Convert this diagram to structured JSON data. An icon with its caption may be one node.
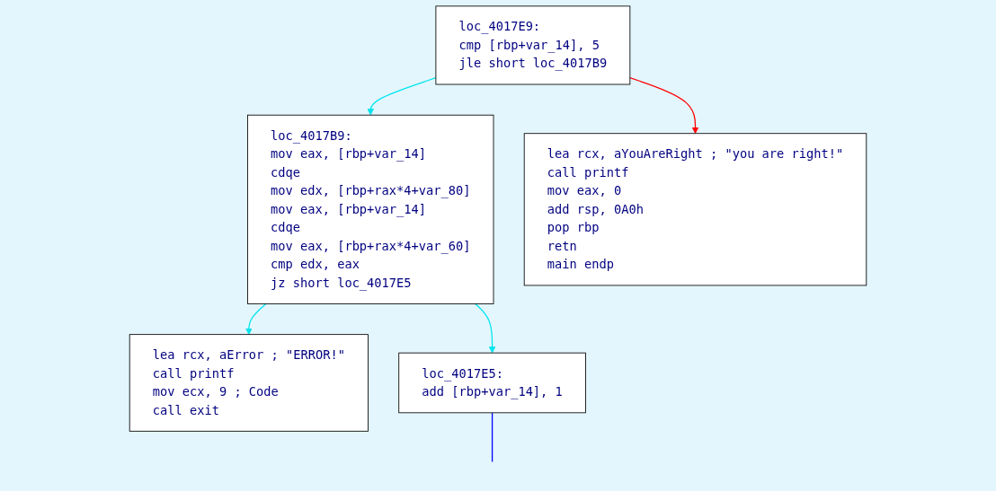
{
  "diagram": {
    "nodes": [
      {
        "text": [
          "loc_4017E9:",
          "cmp [rbp+var_14], 5",
          "jle short loc_4017B9"
        ]
      },
      {
        "text": [
          "loc_4017B9:",
          "mov eax, [rbp+var_14]",
          "cdqe",
          "mov edx, [rbp+rax*4+var_80]",
          "mov eax, [rbp+var_14]",
          "cdqe",
          "mov eax, [rbp+rax*4+var_60]",
          "cmp edx, eax",
          "jz short loc_4017E5"
        ]
      },
      {
        "text": [
          "lea rcx, aYouAreRight ; \"you are right!\"",
          "call printf",
          "mov eax, 0",
          "add rsp, 0A0h",
          "pop rbp",
          "retn",
          "main endp"
        ]
      },
      {
        "text": [
          "lea rcx, aError ; \"ERROR!\"",
          "call printf",
          "mov ecx, 9 ; Code",
          "call exit"
        ]
      },
      {
        "text": [
          "loc_4017E5:",
          "add [rbp+var_14], 1"
        ]
      }
    ],
    "edges": [
      {
        "from": 0,
        "to": 1,
        "arrow": "to",
        "color": "#00e5ee"
      },
      {
        "from": 0,
        "to": 2,
        "arrow": "to",
        "color": "#ff0000"
      },
      {
        "from": 1,
        "to": 3,
        "arrow": "to",
        "color": "#00e5ee"
      },
      {
        "from": 1,
        "to": 4,
        "arrow": "to",
        "color": "#00e5ee"
      },
      {
        "from": 4,
        "to": null,
        "arrow": "none",
        "color": "#0000ff"
      }
    ]
  }
}
